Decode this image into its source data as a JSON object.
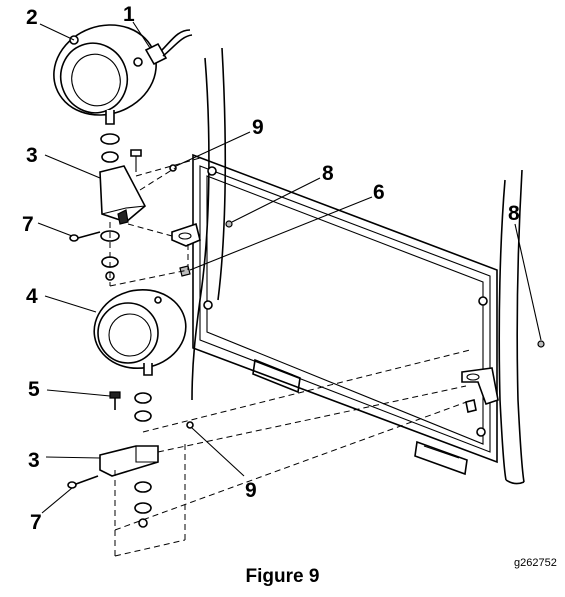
{
  "figure": {
    "caption": "Figure 9",
    "graphic_code": "g262752"
  },
  "callouts": {
    "c1": "1",
    "c2": "2",
    "c3a": "3",
    "c3b": "3",
    "c4": "4",
    "c5": "5",
    "c6": "6",
    "c7a": "7",
    "c7b": "7",
    "c8a": "8",
    "c8b": "8",
    "c9a": "9",
    "c9b": "9"
  }
}
